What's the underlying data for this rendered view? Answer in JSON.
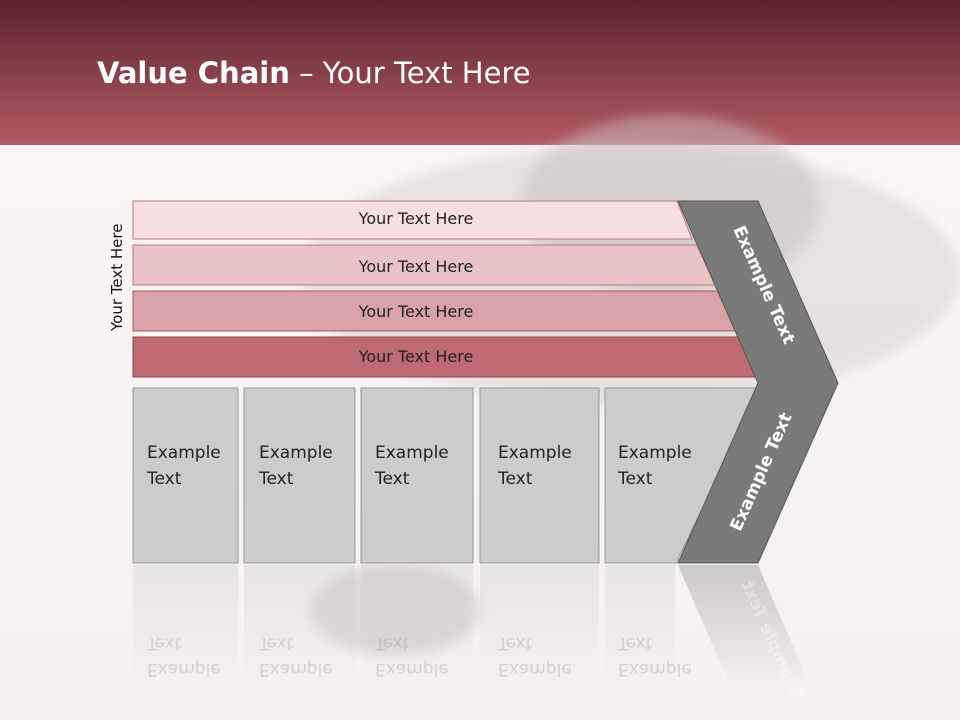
{
  "slide": {
    "title_bold": "Value Chain",
    "title_rest": " – Your Text Here",
    "side_label": "Your Text Here"
  },
  "bands": [
    {
      "label": "Your Text Here",
      "color": "#f5dfe2"
    },
    {
      "label": "Your Text Here",
      "color": "#e9c3c8"
    },
    {
      "label": "Your Text Here",
      "color": "#d9a1a8"
    },
    {
      "label": "Your Text Here",
      "color": "#bf6972"
    }
  ],
  "boxes": [
    {
      "line1": "Example",
      "line2": "Text"
    },
    {
      "line1": "Example",
      "line2": "Text"
    },
    {
      "line1": "Example",
      "line2": "Text"
    },
    {
      "line1": "Example",
      "line2": "Text"
    },
    {
      "line1": "Example",
      "line2": "Text"
    }
  ],
  "chevron": {
    "upper_label": "Example Text",
    "lower_label": "Example Text",
    "color": "#7a7a7a"
  },
  "colors": {
    "header": "#7e3a43",
    "box_fill": "#cccccc"
  }
}
